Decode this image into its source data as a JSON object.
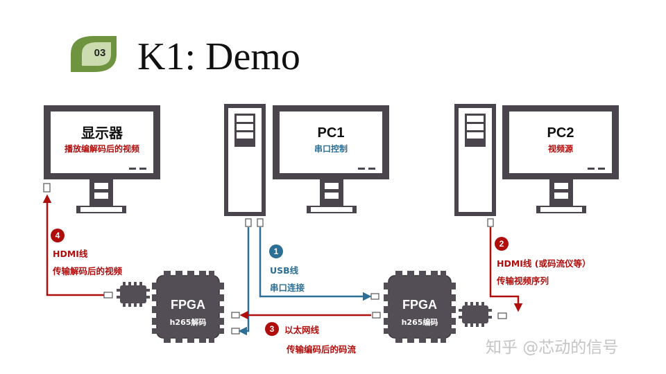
{
  "slide": {
    "section_number": "03",
    "title": "K1: Demo",
    "watermark": "知乎 @芯动的信号"
  },
  "monitors": {
    "display": {
      "title": "显示器",
      "subtitle": "播放编解码后的视频"
    },
    "pc1": {
      "title": "PC1",
      "subtitle": "串口控制"
    },
    "pc2": {
      "title": "PC2",
      "subtitle": "视频源"
    }
  },
  "fpgas": {
    "decoder": {
      "title": "FPGA",
      "subtitle": "h265解码"
    },
    "encoder": {
      "title": "FPGA",
      "subtitle": "h265编码"
    }
  },
  "connections": [
    {
      "number": "1",
      "line1": "USB线",
      "line2": "串口连接",
      "color": "#2b6e96"
    },
    {
      "number": "2",
      "line1": "HDMI线 (或码流仪等）",
      "line2": "传输视频序列",
      "color": "#b00d0d"
    },
    {
      "number": "3",
      "line1": "以太网线",
      "line2": "传输编码后的码流",
      "color": "#b00d0d"
    },
    {
      "number": "4",
      "line1": "HDMI线",
      "line2": "传输解码后的视频",
      "color": "#b00d0d"
    }
  ],
  "colors": {
    "device_dark": "#4a454d",
    "chip_fill": "#534e55",
    "badge_outer": "#6f9440",
    "badge_inner": "#cddcb0",
    "connection_red": "#b00d0d",
    "connection_blue": "#2b6e96"
  }
}
